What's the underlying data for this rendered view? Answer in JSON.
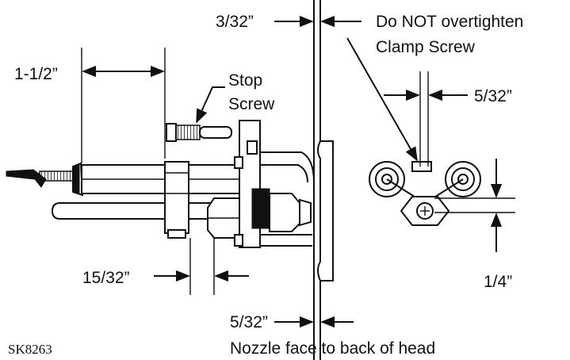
{
  "labels": {
    "dim_3_32": "3/32”",
    "dont_overtighten_line1": "Do NOT overtighten",
    "dont_overtighten_line2": "Clamp Screw",
    "dim_1_1_2": "1-1/2”",
    "stop_screw_line1": "Stop",
    "stop_screw_line2": "Screw",
    "dim_5_32_right": "5/32”",
    "dim_15_32": "15/32”",
    "dim_1_4": "1/4”",
    "dim_5_32_bottom": "5/32”",
    "nozzle_caption": "Nozzle face to back of head",
    "drawing_id": "SK8263"
  },
  "colors": {
    "ink": "#111111",
    "paper": "#ffffff"
  }
}
